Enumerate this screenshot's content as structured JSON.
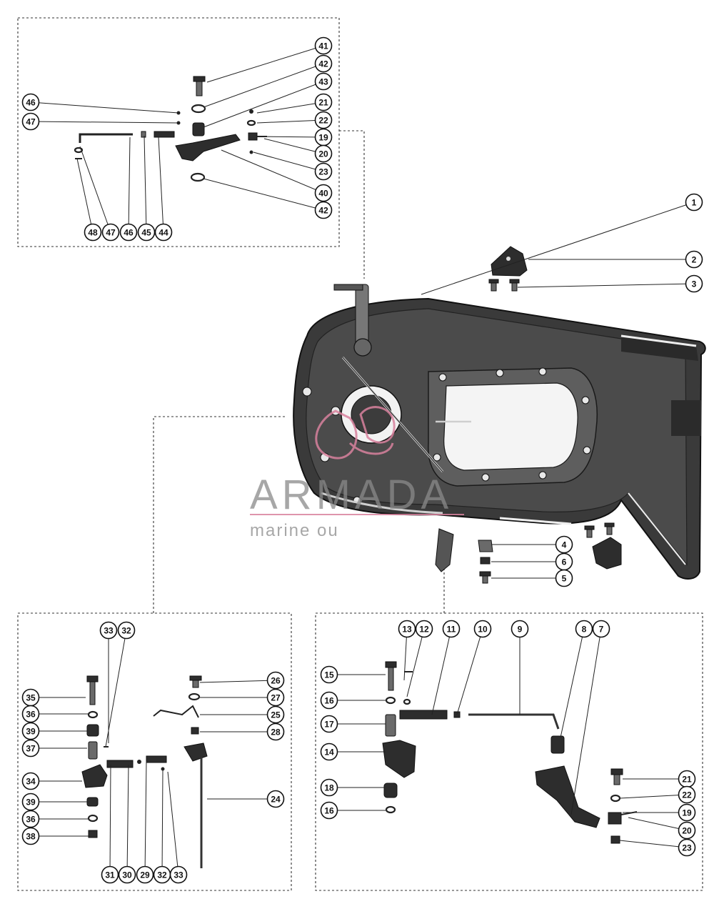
{
  "diagram": {
    "watermark": {
      "brand": "ARMADA",
      "tagline": "marine ou",
      "logo_color": "#d9829e"
    },
    "callouts": {
      "top_inset": [
        "41",
        "42",
        "43",
        "46",
        "47",
        "21",
        "22",
        "19",
        "20",
        "23",
        "40",
        "42",
        "48",
        "47",
        "46",
        "45",
        "44"
      ],
      "main": [
        "1",
        "2",
        "3",
        "4",
        "6",
        "5"
      ],
      "bottom_left_inset": [
        "33",
        "32",
        "35",
        "36",
        "39",
        "37",
        "34",
        "39",
        "36",
        "38",
        "26",
        "27",
        "25",
        "28",
        "24",
        "31",
        "30",
        "29",
        "32",
        "33"
      ],
      "bottom_right_inset": [
        "13",
        "12",
        "11",
        "10",
        "9",
        "8",
        "7",
        "15",
        "16",
        "17",
        "14",
        "18",
        "16",
        "21",
        "22",
        "19",
        "20",
        "23"
      ]
    }
  }
}
